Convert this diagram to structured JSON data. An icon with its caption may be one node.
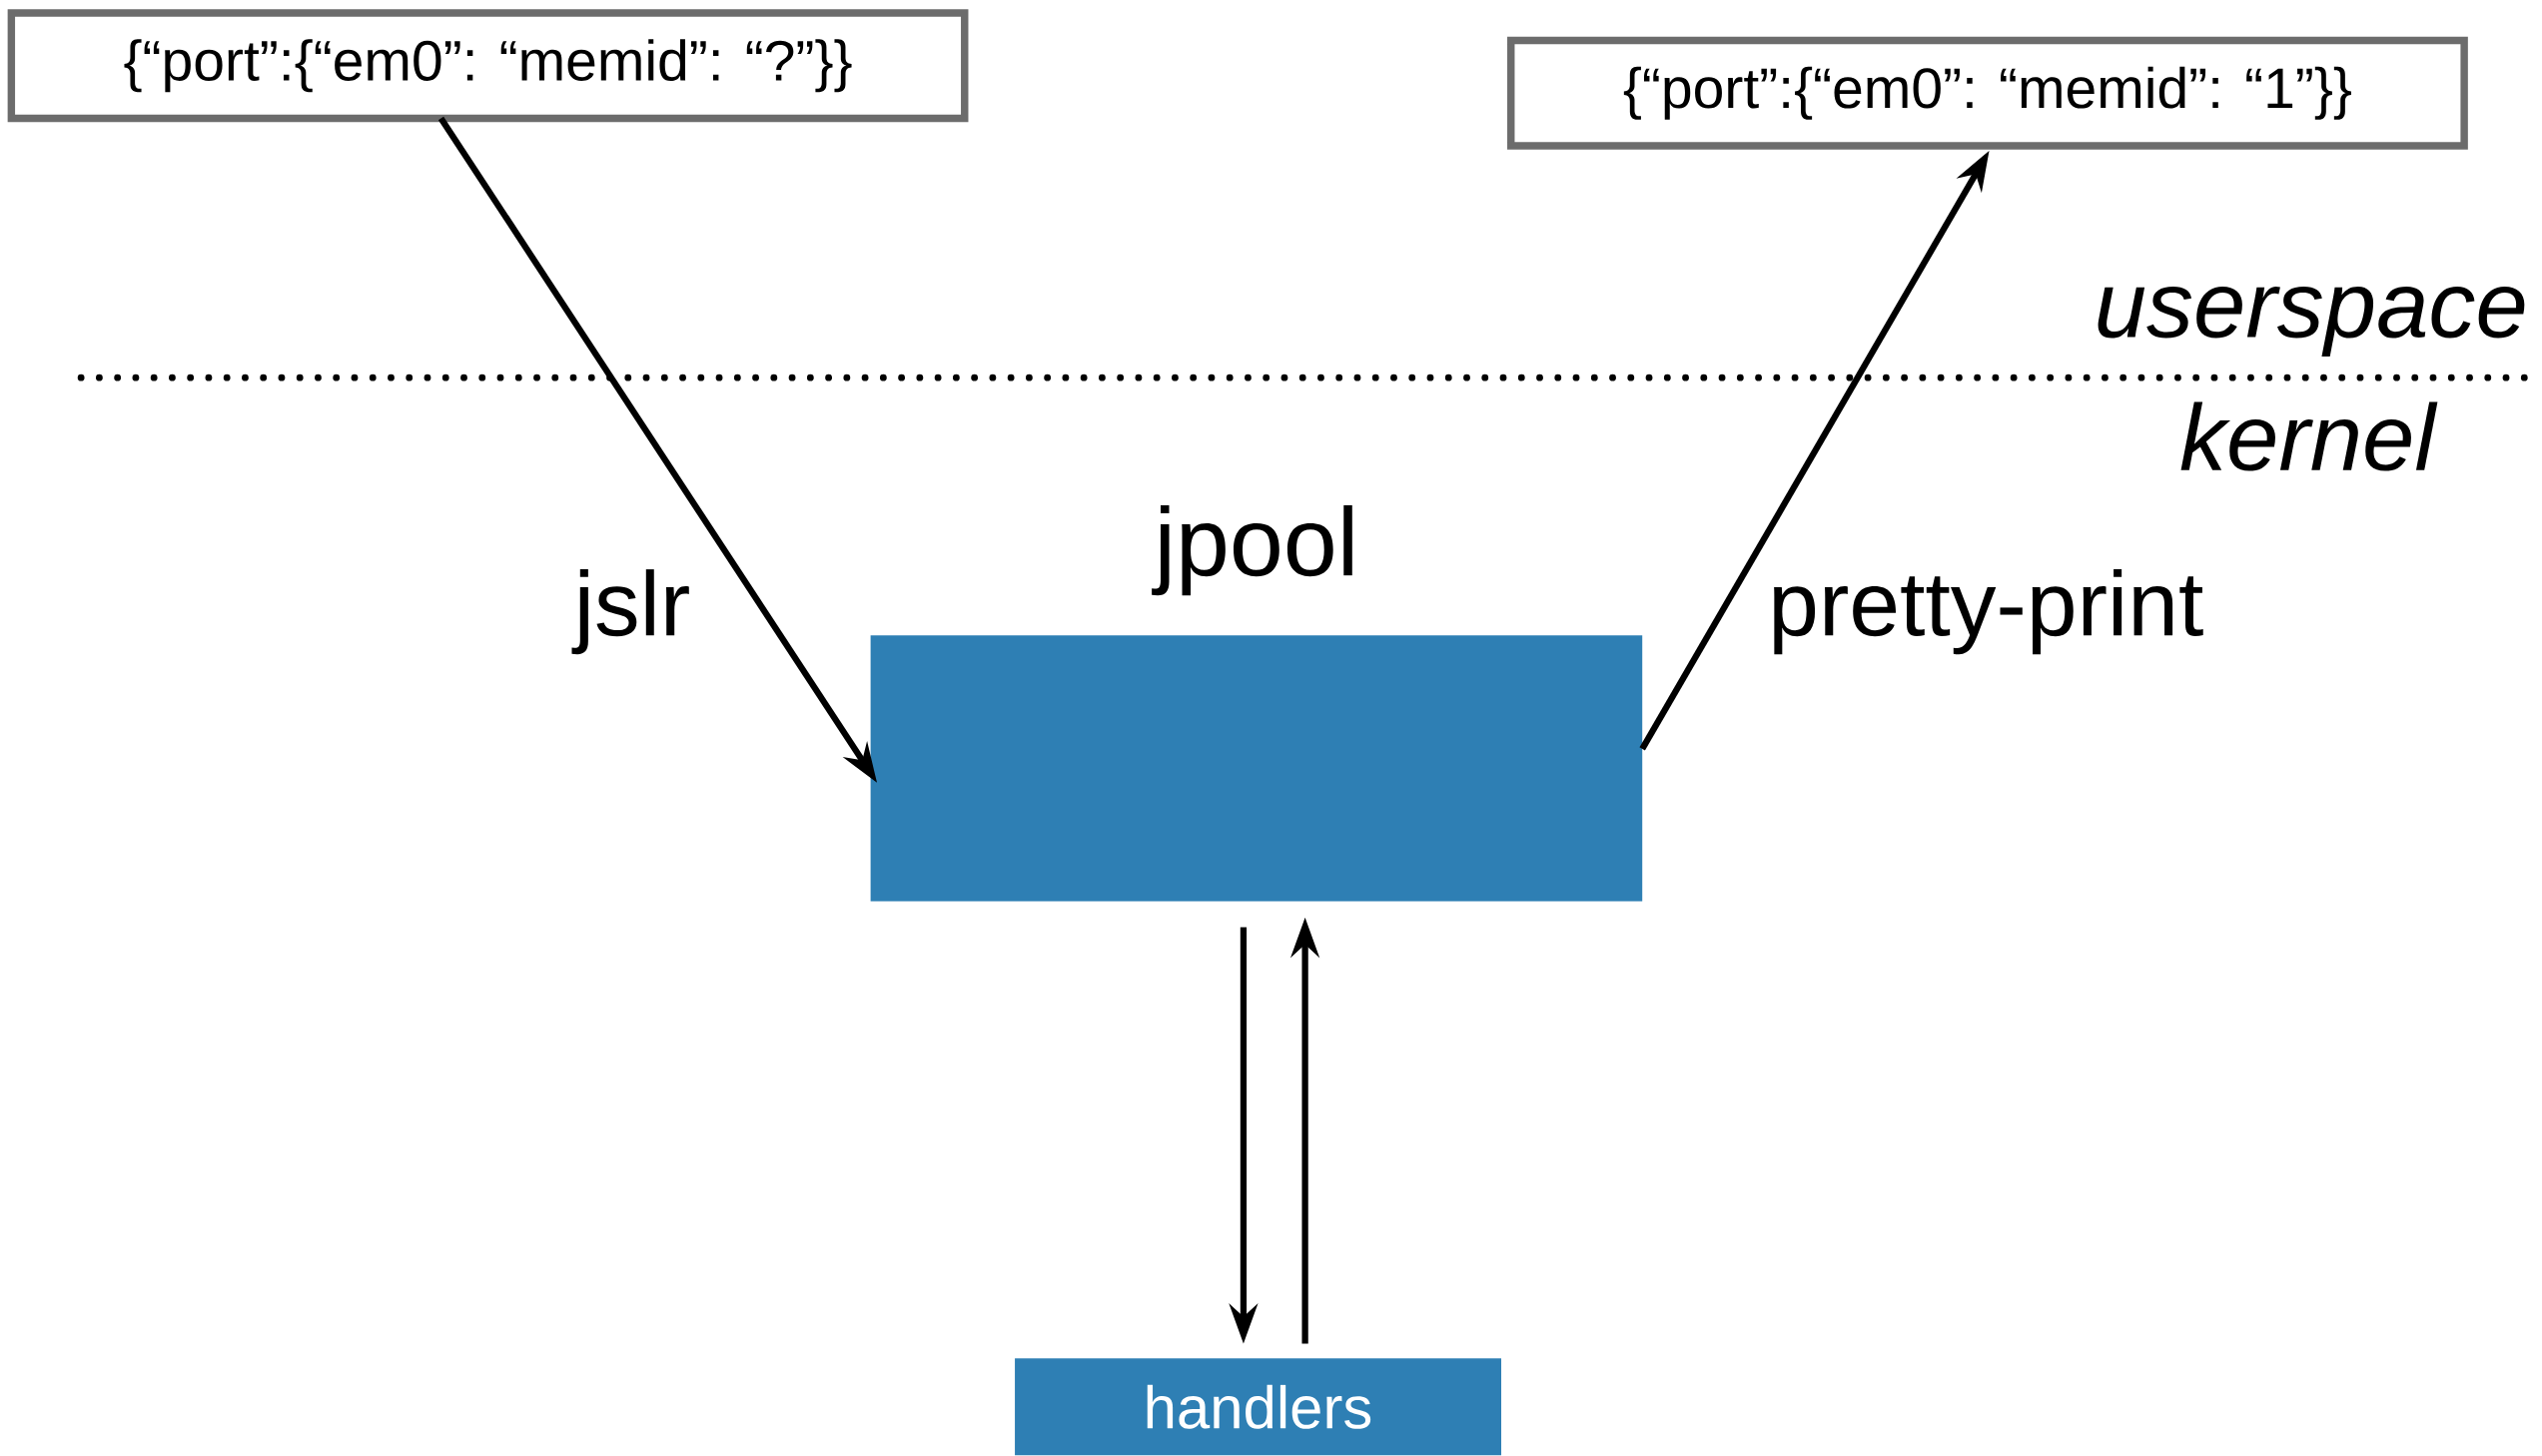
{
  "diagram": {
    "nodes": [
      {
        "text": [
          "{“port”:{“em0”: “memid”: “?”}}"
        ]
      },
      {
        "text": [
          "{“port”:{“em0”: “memid”: “1”}}"
        ]
      },
      {
        "text": [
          "jpool"
        ]
      },
      {
        "text": [
          "handlers"
        ]
      }
    ],
    "edges": [
      {
        "from": 0,
        "to": 2,
        "arrow": "to",
        "label": "jslr"
      },
      {
        "from": 2,
        "to": 1,
        "arrow": "to",
        "label": "pretty-print"
      },
      {
        "from": 2,
        "to": 3,
        "arrow": "to"
      },
      {
        "from": 3,
        "to": 2,
        "arrow": "to"
      }
    ],
    "labels": [
      "userspace",
      "kernel"
    ]
  }
}
